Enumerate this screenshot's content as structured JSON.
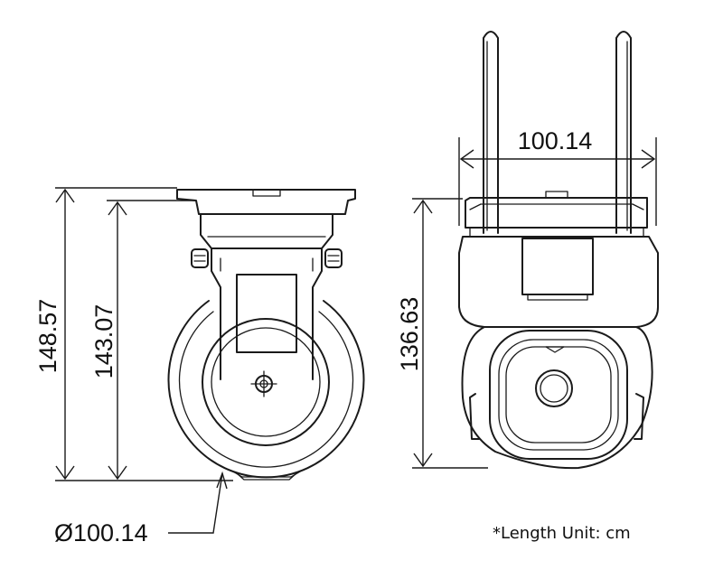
{
  "dimensions": {
    "side_total_height": "148.57",
    "side_body_height": "143.07",
    "diameter": "Ø100.14",
    "front_width": "100.14",
    "front_height": "136.63"
  },
  "note": "*Length Unit: cm"
}
